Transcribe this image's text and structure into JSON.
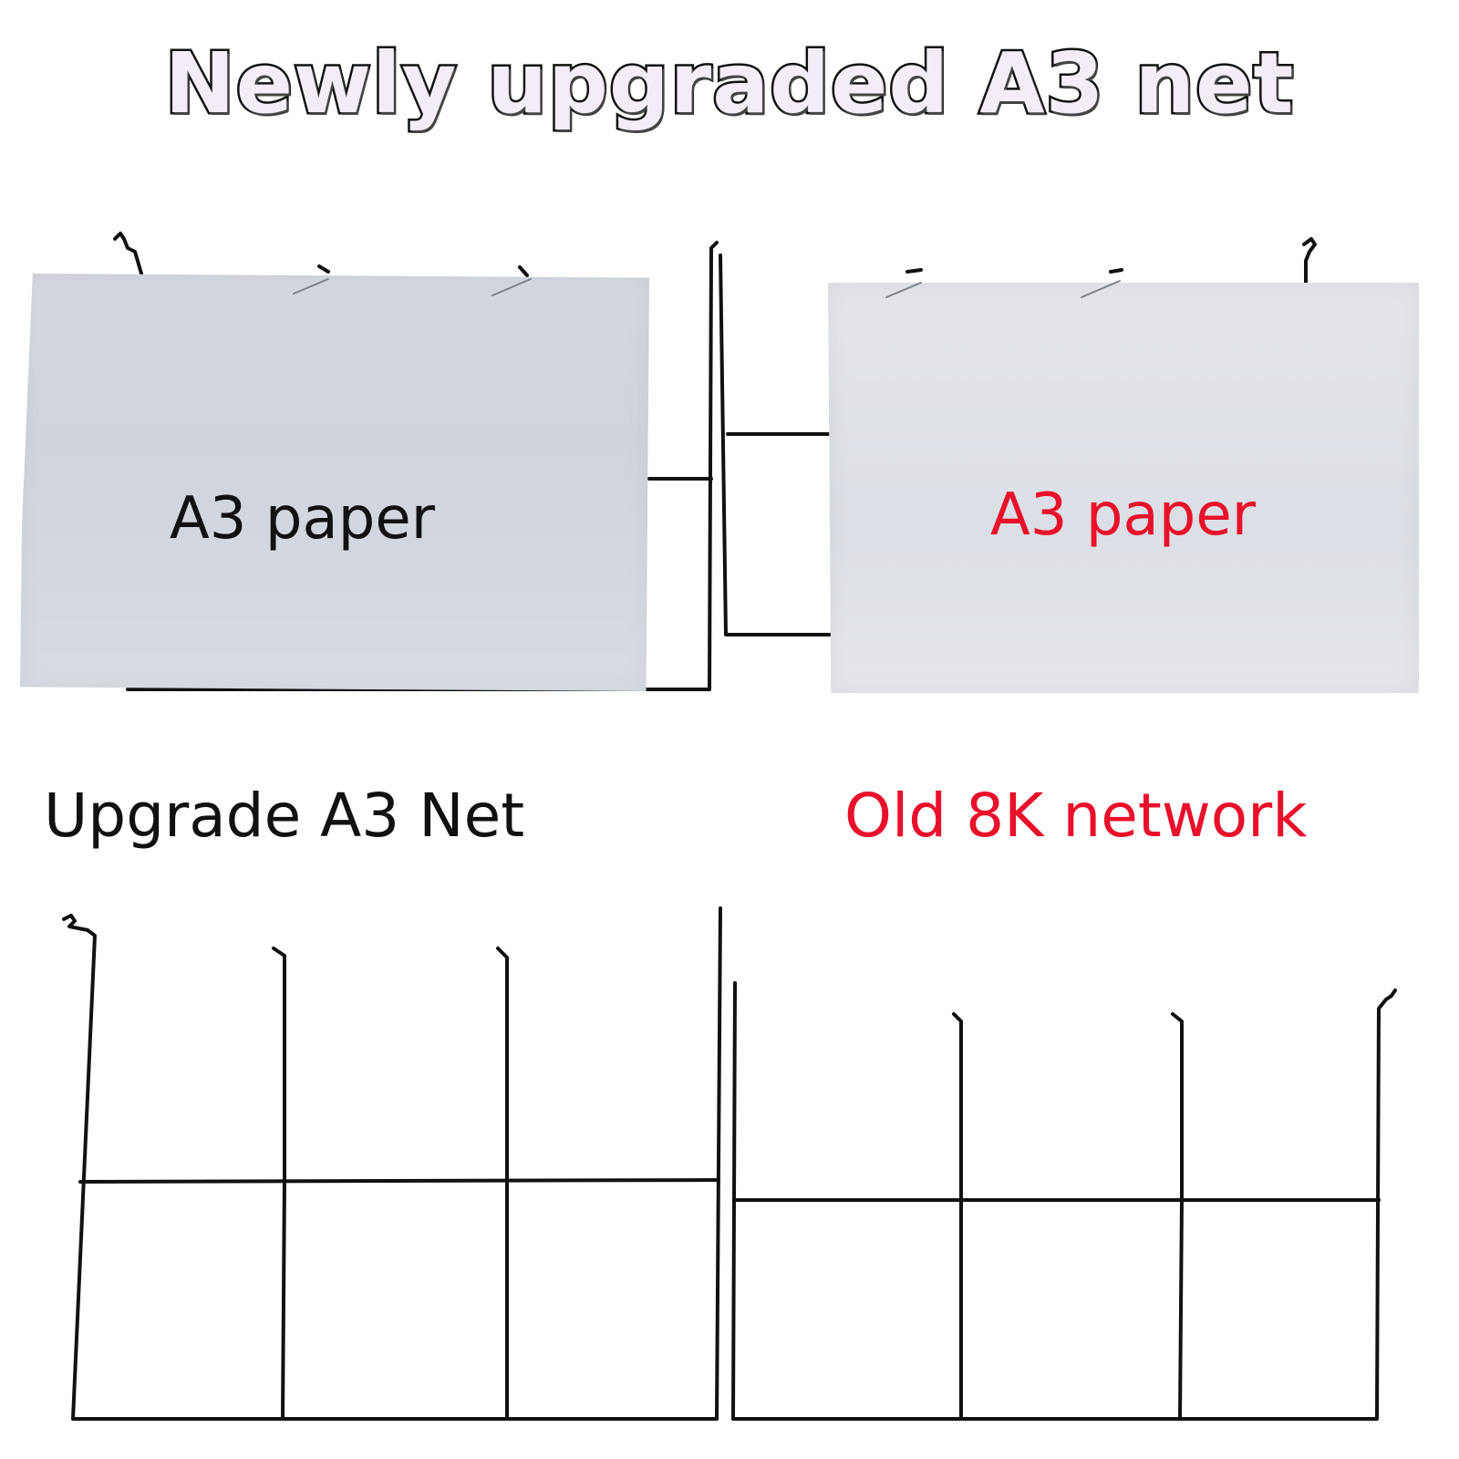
{
  "headline": "Newly upgraded A3 net",
  "top_panel": {
    "left_paper_label": "A3 paper",
    "right_paper_label": "A3 paper"
  },
  "labels": {
    "left_section": "Upgrade A3 Net",
    "right_section": "Old 8K network"
  },
  "colors": {
    "black_text": "#111111",
    "red_text": "#e8102a",
    "wire": "#111111",
    "paper": "#d4d7df",
    "headline_fill": "#f2edf6"
  }
}
